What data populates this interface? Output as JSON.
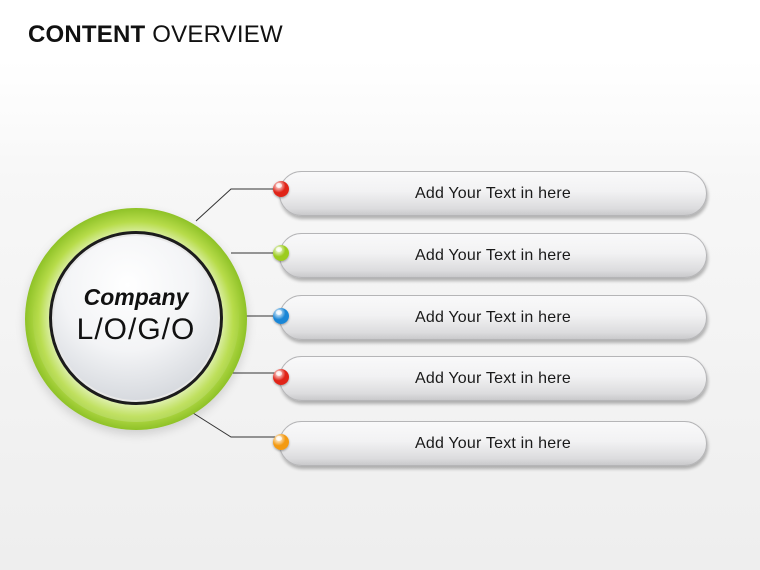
{
  "title": {
    "bold": "CONTENT",
    "light": "OVERVIEW"
  },
  "logo": {
    "line1": "Company",
    "line2": "L/O/G/O"
  },
  "items": [
    {
      "label": "Add Your Text in here",
      "dot_color": "#e02418"
    },
    {
      "label": "Add Your Text in here",
      "dot_color": "#9ccc1e"
    },
    {
      "label": "Add Your Text in here",
      "dot_color": "#1a86d6"
    },
    {
      "label": "Add Your Text in here",
      "dot_color": "#e02418"
    },
    {
      "label": "Add Your Text in here",
      "dot_color": "#f39a12"
    }
  ],
  "colors": {
    "ring_green": "#6aab10",
    "connector": "#333333"
  }
}
